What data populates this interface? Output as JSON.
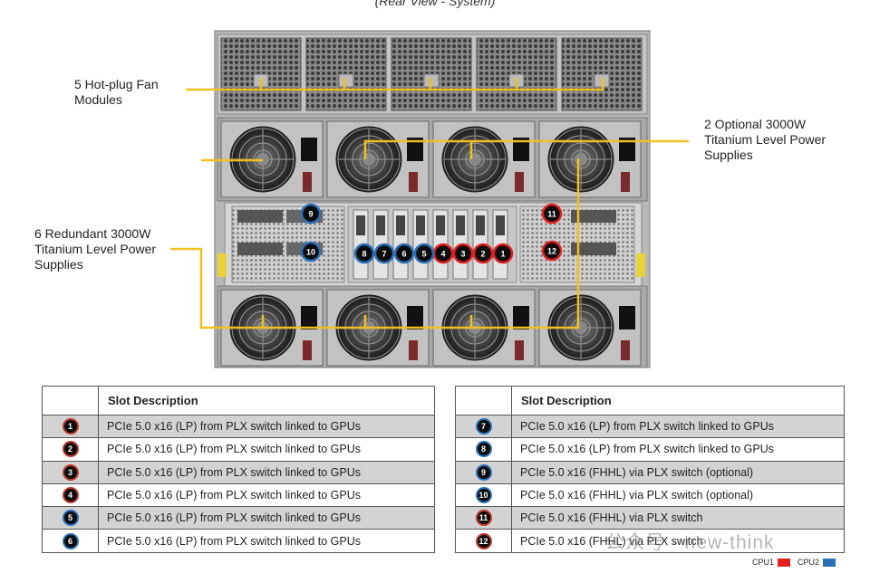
{
  "caption": "(Rear View - System)",
  "callouts": {
    "fans": [
      "5 Hot-plug Fan",
      "Modules"
    ],
    "optional_psu": [
      "2 Optional 3000W",
      "Titanium Level Power",
      "Supplies"
    ],
    "redundant_psu": [
      "6 Redundant 3000W",
      "Titanium Level Power",
      "Supplies"
    ]
  },
  "colors": {
    "cpu1": "#e02020",
    "cpu2": "#2a6fb8",
    "callout_line": "#f0c020"
  },
  "table_left": {
    "header": "Slot  Description",
    "rows": [
      {
        "slot": "1",
        "cpu": "cpu1",
        "desc": "PCIe 5.0 x16 (LP) from PLX switch linked to GPUs"
      },
      {
        "slot": "2",
        "cpu": "cpu1",
        "desc": "PCIe 5.0 x16 (LP) from PLX switch linked to GPUs"
      },
      {
        "slot": "3",
        "cpu": "cpu1",
        "desc": "PCIe 5.0 x16 (LP) from PLX switch linked to GPUs"
      },
      {
        "slot": "4",
        "cpu": "cpu1",
        "desc": "PCIe 5.0 x16 (LP) from PLX switch linked to GPUs"
      },
      {
        "slot": "5",
        "cpu": "cpu2",
        "desc": "PCIe 5.0 x16 (LP) from PLX switch linked to GPUs"
      },
      {
        "slot": "6",
        "cpu": "cpu2",
        "desc": "PCIe 5.0 x16 (LP) from PLX switch linked to GPUs"
      }
    ]
  },
  "table_right": {
    "header": "Slot  Description",
    "rows": [
      {
        "slot": "7",
        "cpu": "cpu2",
        "desc": "PCIe 5.0 x16 (LP) from PLX switch linked to GPUs"
      },
      {
        "slot": "8",
        "cpu": "cpu2",
        "desc": "PCIe 5.0 x16 (LP) from PLX switch linked to GPUs"
      },
      {
        "slot": "9",
        "cpu": "cpu2",
        "desc": "PCIe 5.0 x16 (FHHL) via PLX switch (optional)"
      },
      {
        "slot": "10",
        "cpu": "cpu2",
        "desc": "PCIe 5.0 x16 (FHHL)  via  PLX switch (optional)"
      },
      {
        "slot": "11",
        "cpu": "cpu1",
        "desc": "PCIe 5.0 x16 (FHHL)  via PLX switch"
      },
      {
        "slot": "12",
        "cpu": "cpu1",
        "desc": "PCIe 5.0 x16 (FHHL)  via PLX switch"
      }
    ]
  },
  "legend": {
    "cpu1": "CPU1",
    "cpu2": "CPU2"
  },
  "watermark": "公众号 · new-think"
}
